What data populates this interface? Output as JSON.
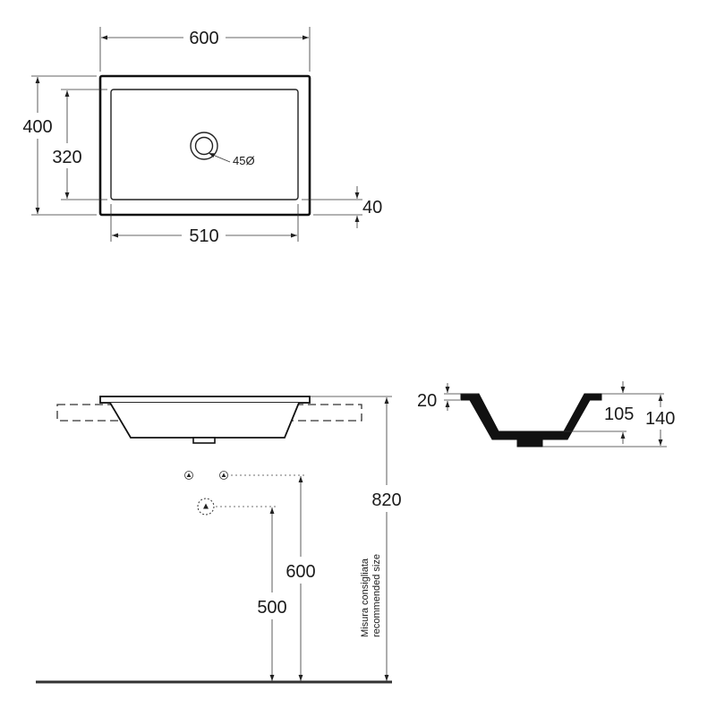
{
  "top_view": {
    "overall_width": "600",
    "overall_depth": "400",
    "inner_depth": "320",
    "inner_width": "510",
    "rim_offset": "40",
    "drain_diameter": "45Ø"
  },
  "front_view": {
    "total_height": "820",
    "supply_height": "600",
    "drain_height": "500",
    "recommended_note_line1": "Misura consigliata",
    "recommended_note_line2": "recommended size"
  },
  "section_view": {
    "rim_thickness": "20",
    "bowl_depth": "105",
    "overall_height": "140"
  }
}
